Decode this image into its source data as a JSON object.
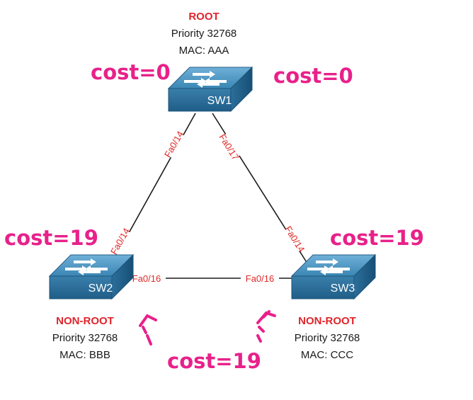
{
  "switches": {
    "sw1": {
      "name": "SW1",
      "role": "ROOT",
      "priority": "Priority 32768",
      "mac": "MAC: AAA"
    },
    "sw2": {
      "name": "SW2",
      "role": "NON-ROOT",
      "priority": "Priority 32768",
      "mac": "MAC: BBB"
    },
    "sw3": {
      "name": "SW3",
      "role": "NON-ROOT",
      "priority": "Priority 32768",
      "mac": "MAC: CCC"
    }
  },
  "ports": {
    "sw1_to_sw2": "Fa0/14",
    "sw1_to_sw3": "Fa0/17",
    "sw2_to_sw1": "Fa0/14",
    "sw3_to_sw1": "Fa0/14",
    "sw2_to_sw3": "Fa0/16",
    "sw3_to_sw2": "Fa0/16"
  },
  "costs": {
    "sw1_left": "cost=0",
    "sw1_right": "cost=0",
    "sw2": "cost=19",
    "sw3": "cost=19",
    "bottom": "cost=19"
  },
  "colors": {
    "role": "#e0242b",
    "cost_annotation": "#e8218a",
    "port_label": "#e02828",
    "switch_body": "#3f83ad"
  }
}
